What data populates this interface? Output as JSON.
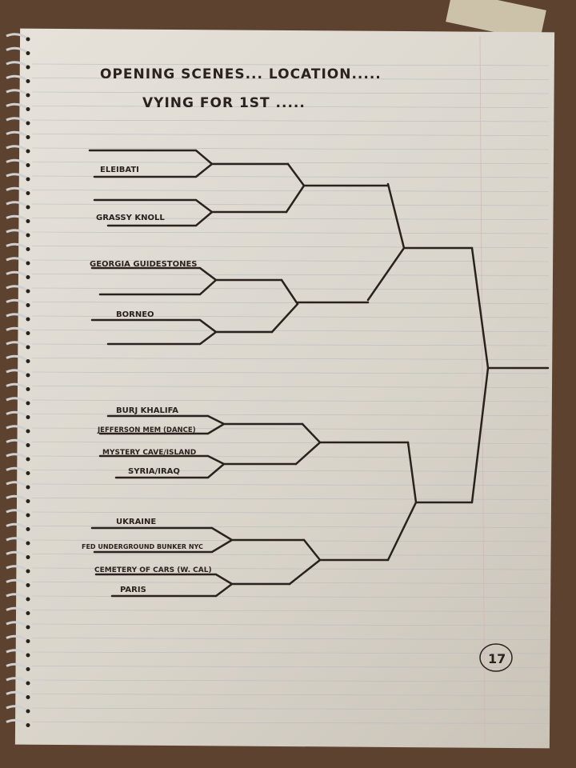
{
  "title": {
    "line1": "OPENING SCENES... LOCATION.....",
    "line2": "VYING FOR 1ST ....."
  },
  "entries": [
    "ELEIBATI",
    "GRASSY KNOLL",
    "GEORGIA GUIDESTONES",
    "BORNEO",
    "BURJ KHALIFA",
    "JEFFERSON MEM (DANCE)",
    "MYSTERY CAVE/ISLAND",
    "SYRIA/IRAQ",
    "UKRAINE",
    "FED UNDERGROUND BUNKER NYC",
    "CEMETERY OF CARS (W. CAL)",
    "PARIS"
  ],
  "page_number": "17",
  "colors": {
    "ink": "#2a221c",
    "paper": "#e2ded6",
    "desk": "#5e4230"
  }
}
